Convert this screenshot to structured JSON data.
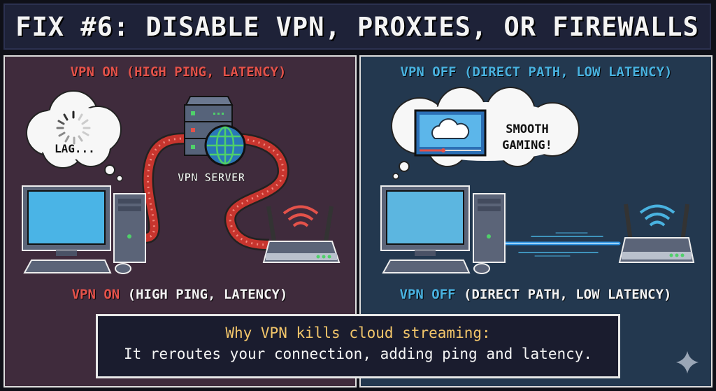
{
  "title": "FIX #6: DISABLE VPN, PROXIES, OR FIREWALLS",
  "left": {
    "header": "VPN ON (HIGH PING, LATENCY)",
    "thought": "LAG...",
    "server_label": "VPN SERVER",
    "footer_highlight": "VPN ON",
    "footer_rest": "(HIGH PING, LATENCY)"
  },
  "right": {
    "header": "VPN OFF (DIRECT PATH, LOW LATENCY)",
    "thought_line1": "SMOOTH",
    "thought_line2": "GAMING!",
    "footer_highlight": "VPN OFF",
    "footer_rest": "(DIRECT PATH, LOW LATENCY)"
  },
  "caption": {
    "title": "Why VPN kills cloud streaming:",
    "body": "It reroutes your connection, adding ping and latency."
  },
  "colors": {
    "red": "#e4524a",
    "blue": "#49b2e0",
    "yellow": "#f3c66a"
  }
}
